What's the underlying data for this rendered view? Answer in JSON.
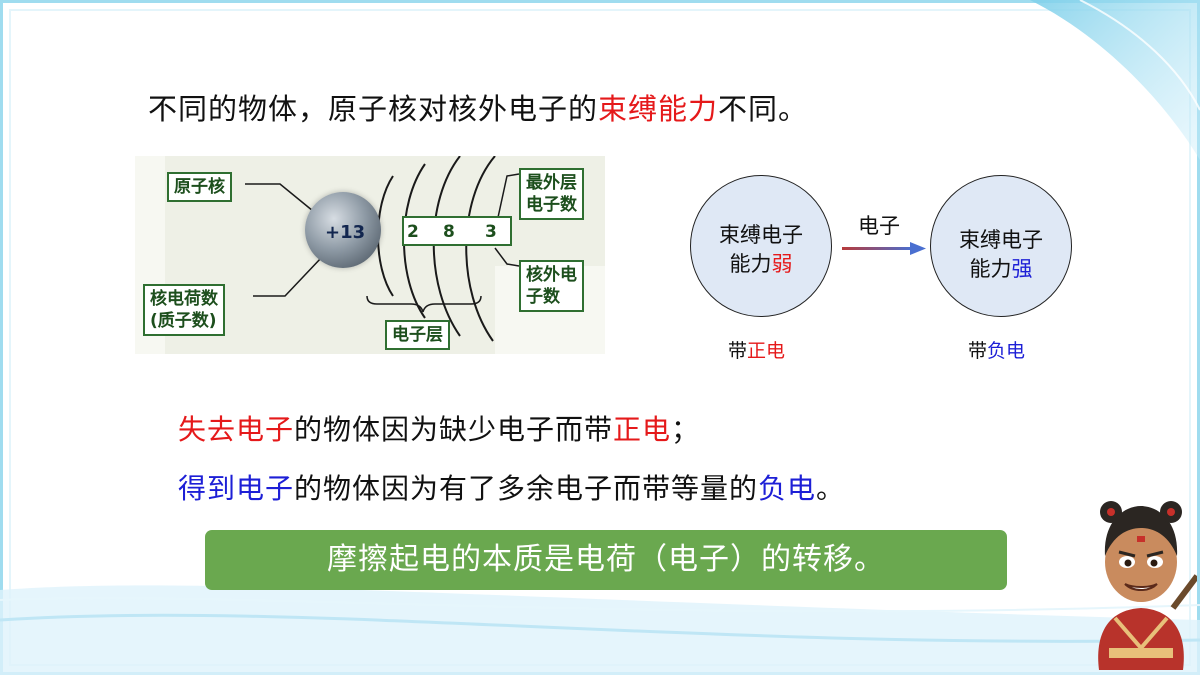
{
  "headline": {
    "part1": "不同的物体，原子核对核外电子的",
    "highlight": "束缚能力",
    "part2": "不同。"
  },
  "atom_diagram": {
    "nucleus_charge": "+13",
    "shell_counts": [
      "2",
      "8",
      "3"
    ],
    "labels": {
      "nucleus": "原子核",
      "nuclear_charge_line1": "核电荷数",
      "nuclear_charge_line2": "(质子数)",
      "outermost_line1": "最外层",
      "outermost_line2": "电子数",
      "outer_electrons_line1": "核外电",
      "outer_electrons_line2": "子数",
      "shells": "电子层"
    }
  },
  "transfer_diagram": {
    "left_circle": {
      "line1": "束缚电子",
      "line2_prefix": "能力",
      "line2_emph": "弱"
    },
    "right_circle": {
      "line1": "束缚电子",
      "line2_prefix": "能力",
      "line2_emph": "强"
    },
    "arrow_label": "电子",
    "left_caption_prefix": "带",
    "left_caption_emph": "正电",
    "right_caption_prefix": "带",
    "right_caption_emph": "负电"
  },
  "statements": {
    "line1_emph": "失去电子",
    "line1_mid": "的物体因为缺少电子而带",
    "line1_emph2": "正电",
    "line1_end": "；",
    "line2_emph": "得到电子",
    "line2_mid": "的物体因为有了多余电子而带等量的",
    "line2_emph2": "负电",
    "line2_end": "。"
  },
  "conclusion": "摩擦起电的本质是电荷（电子）的转移。",
  "colors": {
    "emphasis_red": "#e5191a",
    "emphasis_blue": "#1d1fd6",
    "banner_green": "#6aa84f",
    "label_green": "#2f6f31",
    "circle_fill": "#dfe8f5"
  },
  "decor": {
    "mascot": "cartoon-character-illustration"
  }
}
